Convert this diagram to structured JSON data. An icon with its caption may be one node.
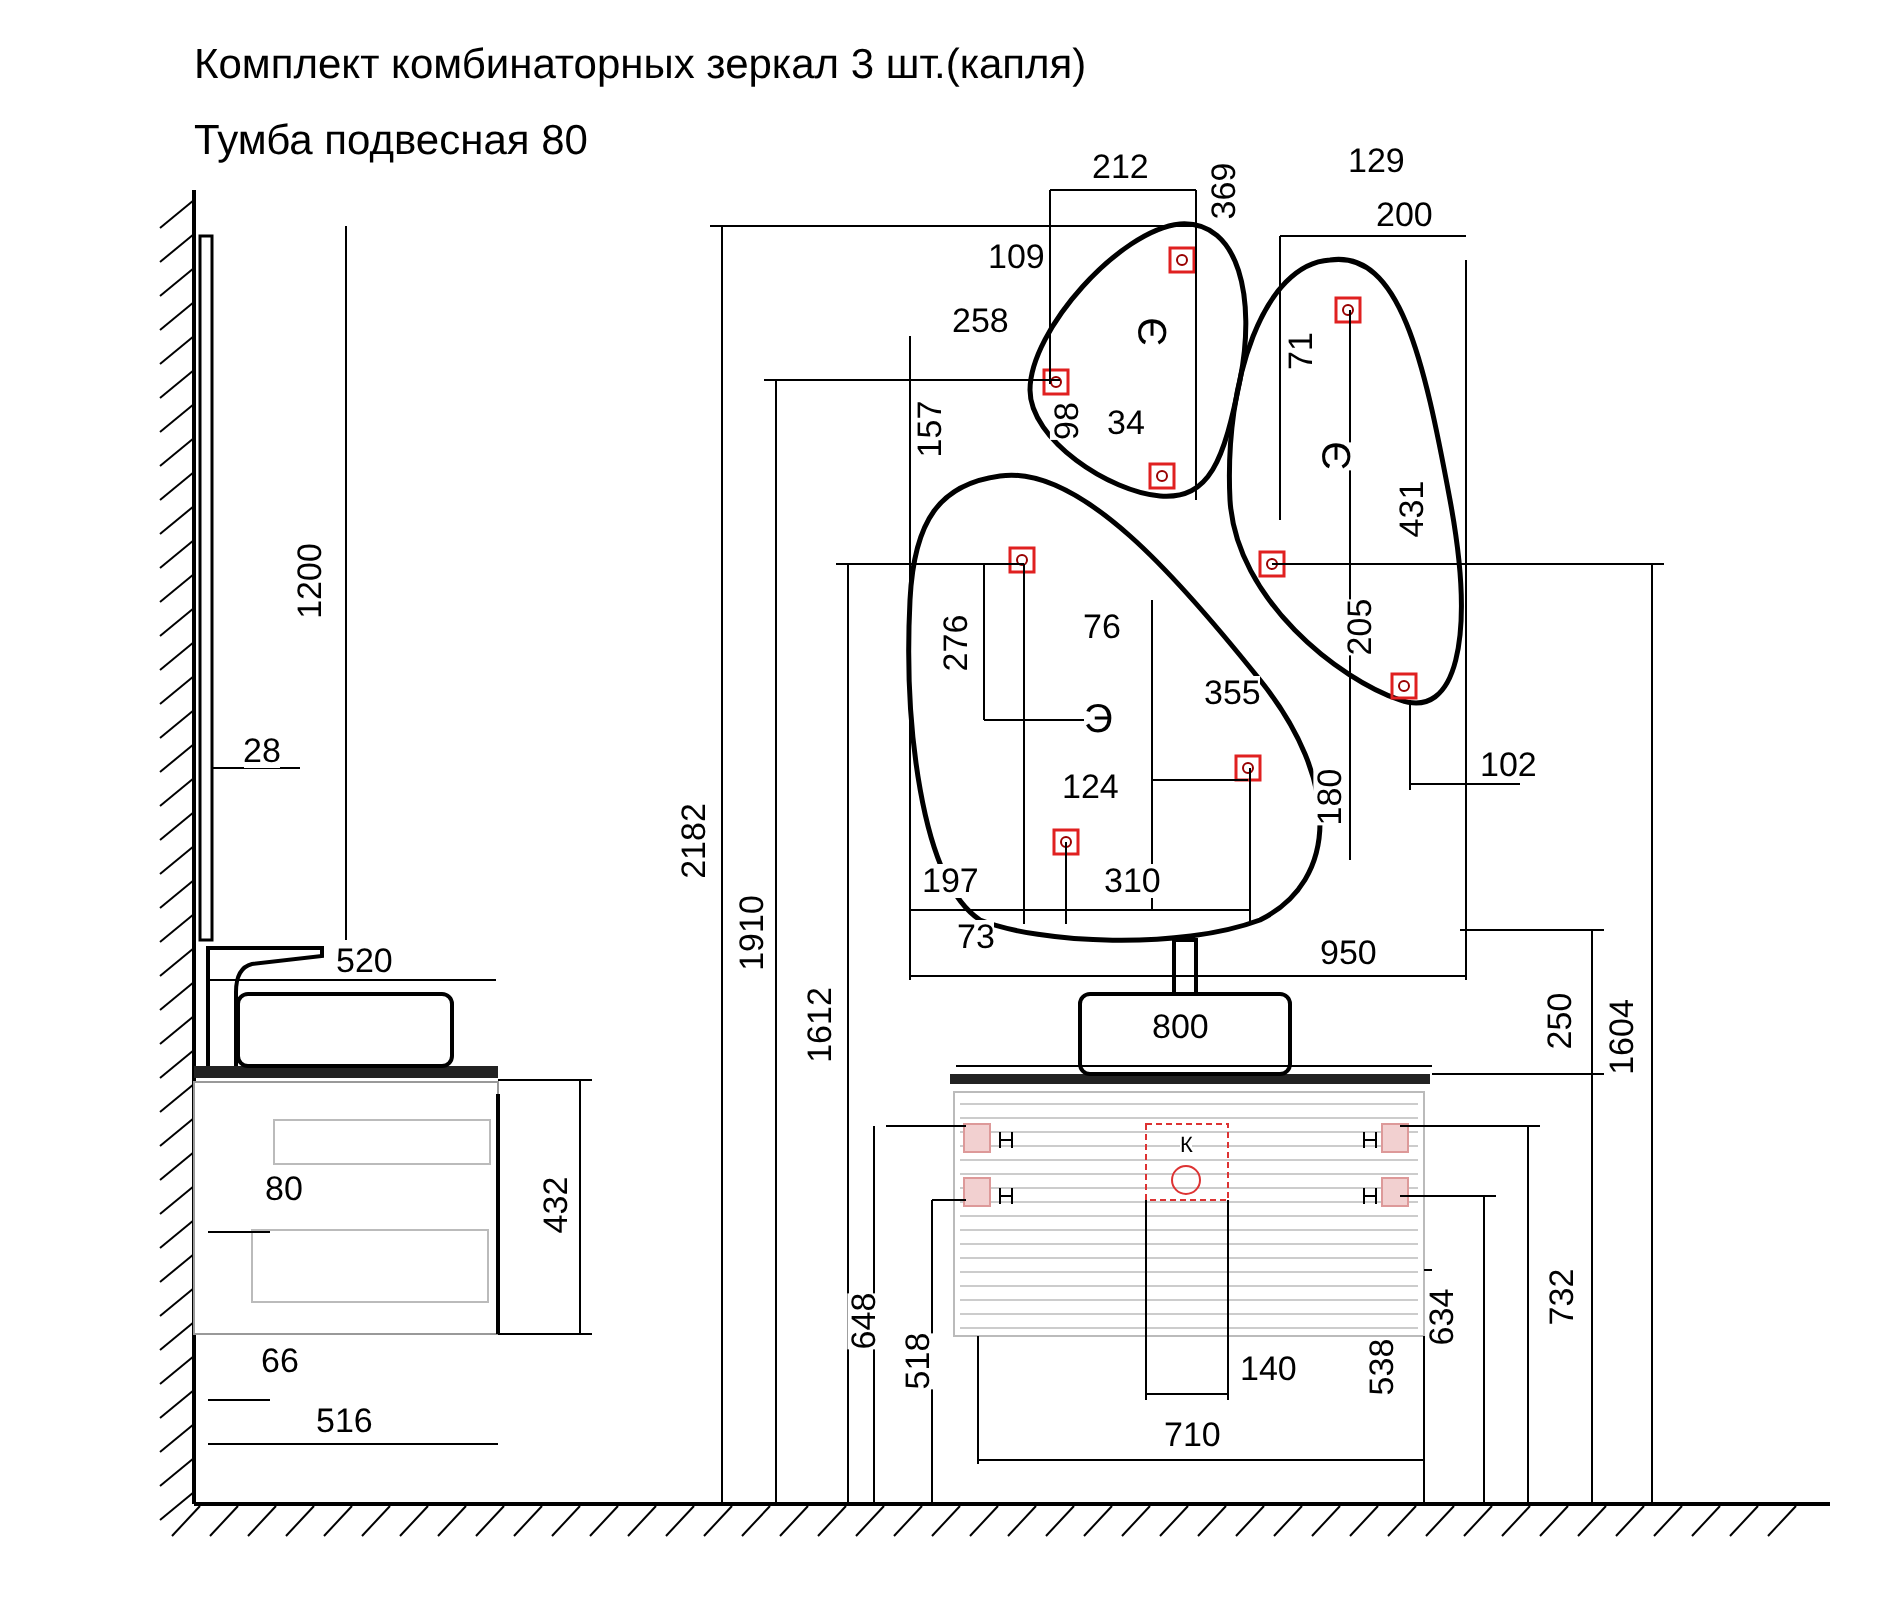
{
  "diagram": {
    "title": "Комплект комбинаторных зеркал 3 шт.(капля)",
    "labels": [
      "Тумба подвесная 80",
      "212",
      "369",
      "129",
      "200",
      "109",
      "Э",
      "258",
      "71",
      "98",
      "34",
      "157",
      "Э",
      "431",
      "1200",
      "276",
      "76",
      "205",
      "355",
      "Э",
      "28",
      "124",
      "102",
      "180",
      "197",
      "310",
      "73",
      "950",
      "2182",
      "1910",
      "1612",
      "520",
      "800",
      "250",
      "1604",
      "432",
      "К",
      "80",
      "648",
      "518",
      "634",
      "732",
      "538",
      "140",
      "66",
      "516",
      "710"
    ]
  }
}
